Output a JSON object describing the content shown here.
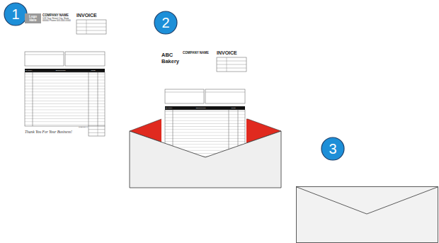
{
  "diagram": {
    "nodes": [
      {
        "text": [
          "1"
        ]
      },
      {
        "text": [
          "COMPANY NAME",
          "123 Your Street City, State 00000 Phone 000-000-0000",
          "INVOICE",
          "QUANTITY",
          "DESCRIPTION",
          "PRICE",
          "SUBTOTAL",
          "Thank You For Your Business!"
        ]
      },
      {
        "text": [
          "Logo Here"
        ],
        "in": 1
      },
      {
        "text": [
          "2"
        ]
      },
      {
        "text": [
          "ABC Bakery",
          "COMPANY NAME",
          "INVOICE",
          "QUANTITY",
          "DESCRIPTION",
          "PRICE"
        ]
      },
      {
        "text": [
          "3"
        ]
      }
    ]
  }
}
